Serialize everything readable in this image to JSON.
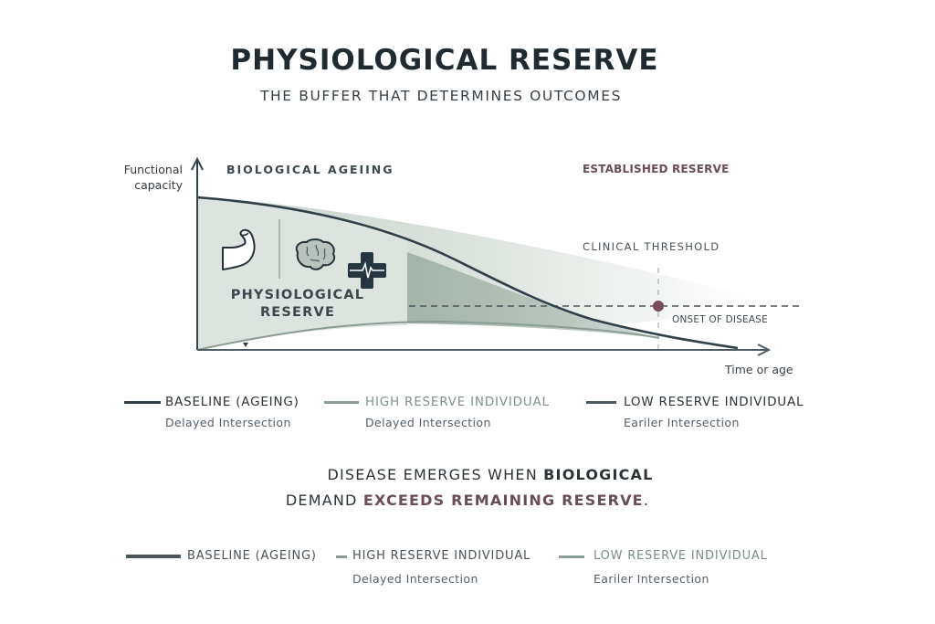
{
  "header": {
    "title": "PHYSIOLOGICAL RESERVE",
    "subtitle": "THE BUFFER THAT DETERMINES OUTCOMES"
  },
  "diagram": {
    "y_axis_label": [
      "Functional",
      "capacity"
    ],
    "x_axis_label": "Time or age",
    "section_left_label": "BIOLOGICAL AGEIING",
    "section_right_label": "ESTABLISHED RESERVE",
    "threshold_label": "CLINICAL THRESHOLD",
    "onset_label": "ONSET OF DISEASE",
    "reserve_label": [
      "PHYSIOLOGICAL",
      "RESERVE"
    ],
    "icons": [
      "muscle-arm-icon",
      "brain-icon",
      "medical-cross-heartbeat-icon"
    ],
    "colors": {
      "axis": "#34444c",
      "baseline_line": "#2f3f47",
      "reserve_fill_light": "#dde3de",
      "reserve_fill_dark": "#a7b8ae",
      "onset_marker": "#7c4a5a",
      "accent_mauve": "#6b4c59"
    },
    "series": {
      "baseline_decline": {
        "description": "functional capacity declines over time",
        "start": 0.87,
        "end": 0.0
      },
      "threshold_level": 0.25,
      "onset_time_fraction": 0.81
    }
  },
  "legend_top": [
    {
      "label": "BASELINE (AGEING)",
      "sub": "Delayed Intersection",
      "color": "#2f3f47",
      "text_color": "#2a3338"
    },
    {
      "label": "HIGH RESERVE INDIVIDUAL",
      "sub": "Delayed Intersection",
      "color": "#8a9b93",
      "text_color": "#7f928a"
    },
    {
      "label": "LOW RESERVE INDIVIDUAL",
      "sub": "Eariler Intersection",
      "color": "#4b585f",
      "text_color": "#2a3338"
    }
  ],
  "statement": {
    "line1_plain": "DISEASE EMERGES WHEN ",
    "line1_bold": "BIOLOGICAL",
    "line2_plain": "DEMAND ",
    "line2_bold": "EXCEEDS REMAINING RESERVE",
    "line2_end": "."
  },
  "legend_bottom": [
    {
      "label": "BASELINE (AGEING)",
      "sub": "",
      "color": "#4a565d",
      "text_color": "#4a5358"
    },
    {
      "label": "HIGH RESERVE INDIVIDUAL",
      "sub": "Delayed Intersection",
      "color": "#8a9a93",
      "text_color": "#4a5358"
    },
    {
      "label": "LOW RESERVE INDIVIDUAL",
      "sub": "Eariler Intersection",
      "color": "#8a9e95",
      "text_color": "#7a8d85"
    }
  ]
}
